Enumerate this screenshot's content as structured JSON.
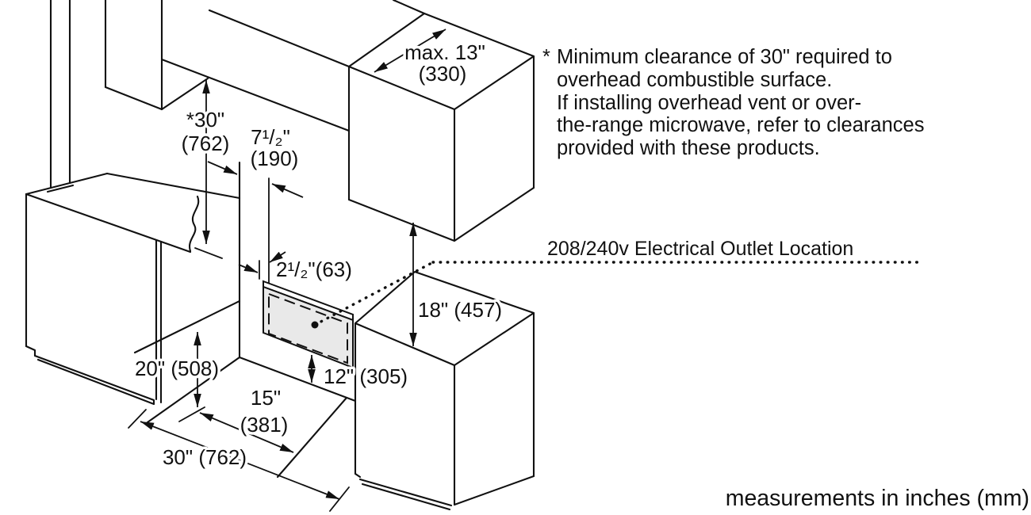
{
  "note": {
    "marker": "*",
    "lines": [
      "Minimum clearance of 30\" required to",
      "overhead combustible surface.",
      "If installing overhead vent or over-",
      "the-range microwave, refer to clearances",
      "provided with these products."
    ]
  },
  "outlet": {
    "label": "208/240v Electrical Outlet Location"
  },
  "footer": {
    "text": "measurements in inches (mm)"
  },
  "dims": {
    "overhead_depth_max": {
      "l1": "max. 13\"",
      "l2": "(330)"
    },
    "overhead_clearance": {
      "l1": "*30\"",
      "l2": "(762)"
    },
    "outlet_offset_back": {
      "l1": "7¹/₂\"",
      "l2": "(190)"
    },
    "outlet_offset_side": {
      "t": "2¹/₂\"(63)"
    },
    "counter_to_cabinet": {
      "t": "18\" (457)"
    },
    "outlet_height": {
      "t": "12\" (305)"
    },
    "cabinet_height": {
      "t": "20\" (508)"
    },
    "outlet_depth": {
      "l1": "15\"",
      "l2": "(381)"
    },
    "opening_width": {
      "t": "30\" (762)"
    }
  },
  "colors": {
    "line": "#111111",
    "outlet_zone_fill": "#e9e9e9",
    "background": "#ffffff"
  }
}
